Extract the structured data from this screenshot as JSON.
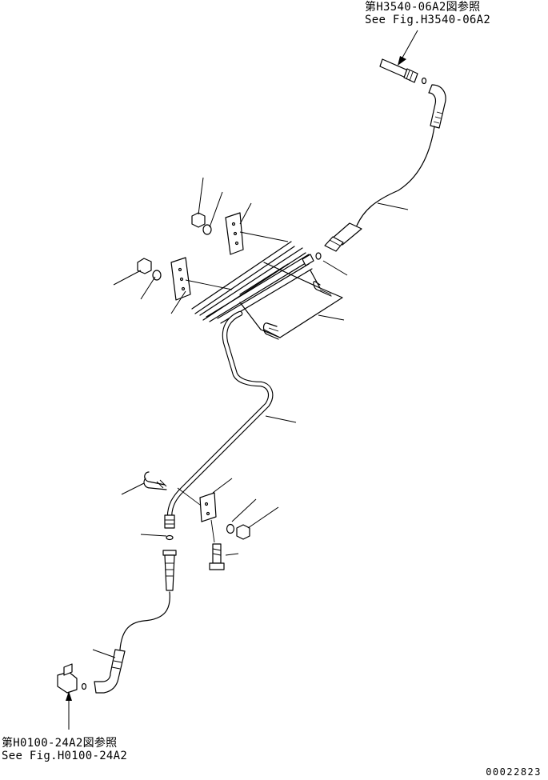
{
  "references": {
    "top": {
      "line_jp": "第H3540-06A2図参照",
      "line_en": "See Fig.H3540-06A2"
    },
    "bottom": {
      "line_jp": "第H0100-24A2図参照",
      "line_en": "See Fig.H0100-24A2"
    }
  },
  "document_id": "00022823"
}
